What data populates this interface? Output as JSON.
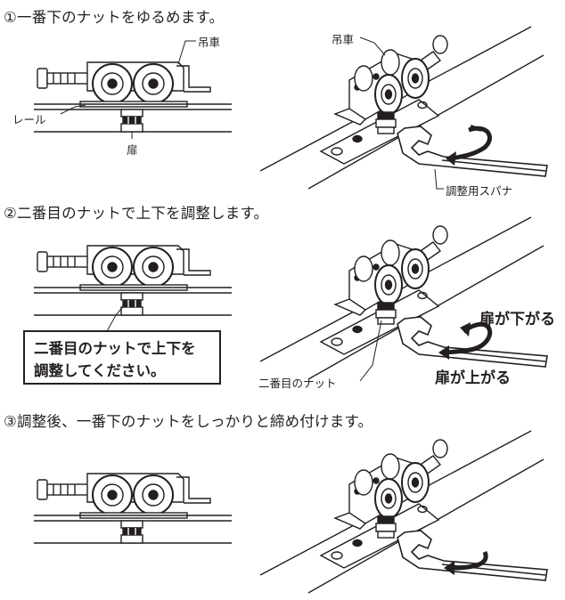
{
  "steps": [
    "①一番下のナットをゆるめます。",
    "②二番目のナットで上下を調整します。",
    "③調整後、一番下のナットをしっかりと締め付けます。"
  ],
  "labels": {
    "hanger_left": "吊車",
    "rail": "レール",
    "door": "扉",
    "hanger_right": "吊車",
    "spanner": "調整用スパナ",
    "second_nut": "二番目のナット",
    "door_down": "扉が下がる",
    "door_up": "扉が上がる"
  },
  "callout": {
    "line1": "二番目のナットで上下を",
    "line2": "調整してください。"
  }
}
